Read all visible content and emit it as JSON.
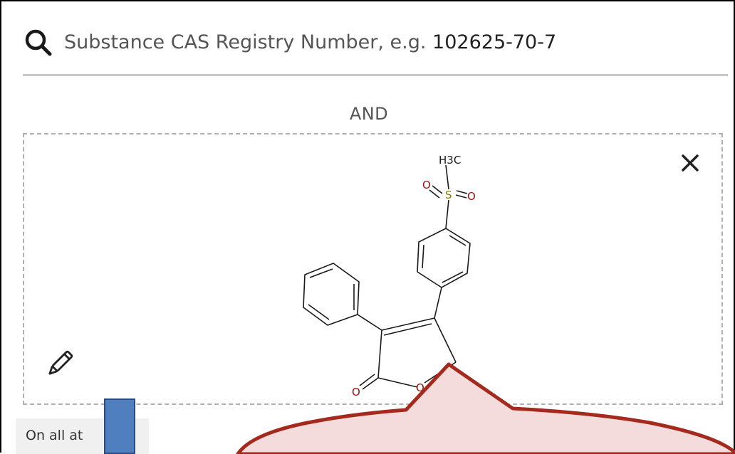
{
  "search": {
    "placeholder_prefix": "Substance CAS Registry Number, e.g.",
    "placeholder_example": "102625-70-7"
  },
  "operator": {
    "label": "AND"
  },
  "structure": {
    "atoms": {
      "methyl": "H3C",
      "sulfonyl_o_left": "O",
      "sulfonyl_s": "S",
      "sulfonyl_o_right": "O",
      "carbonyl_o": "O",
      "ring_o": "O"
    }
  },
  "atoms_option": {
    "label": "On all at"
  },
  "icons": {
    "search": "search-icon",
    "close": "close-icon",
    "edit": "pencil-icon"
  },
  "colors": {
    "callout_fill": "#f5dcdc",
    "callout_stroke": "#a52a1e",
    "marker_fill": "#4f7fbf",
    "heteroatom": "#a01010"
  }
}
